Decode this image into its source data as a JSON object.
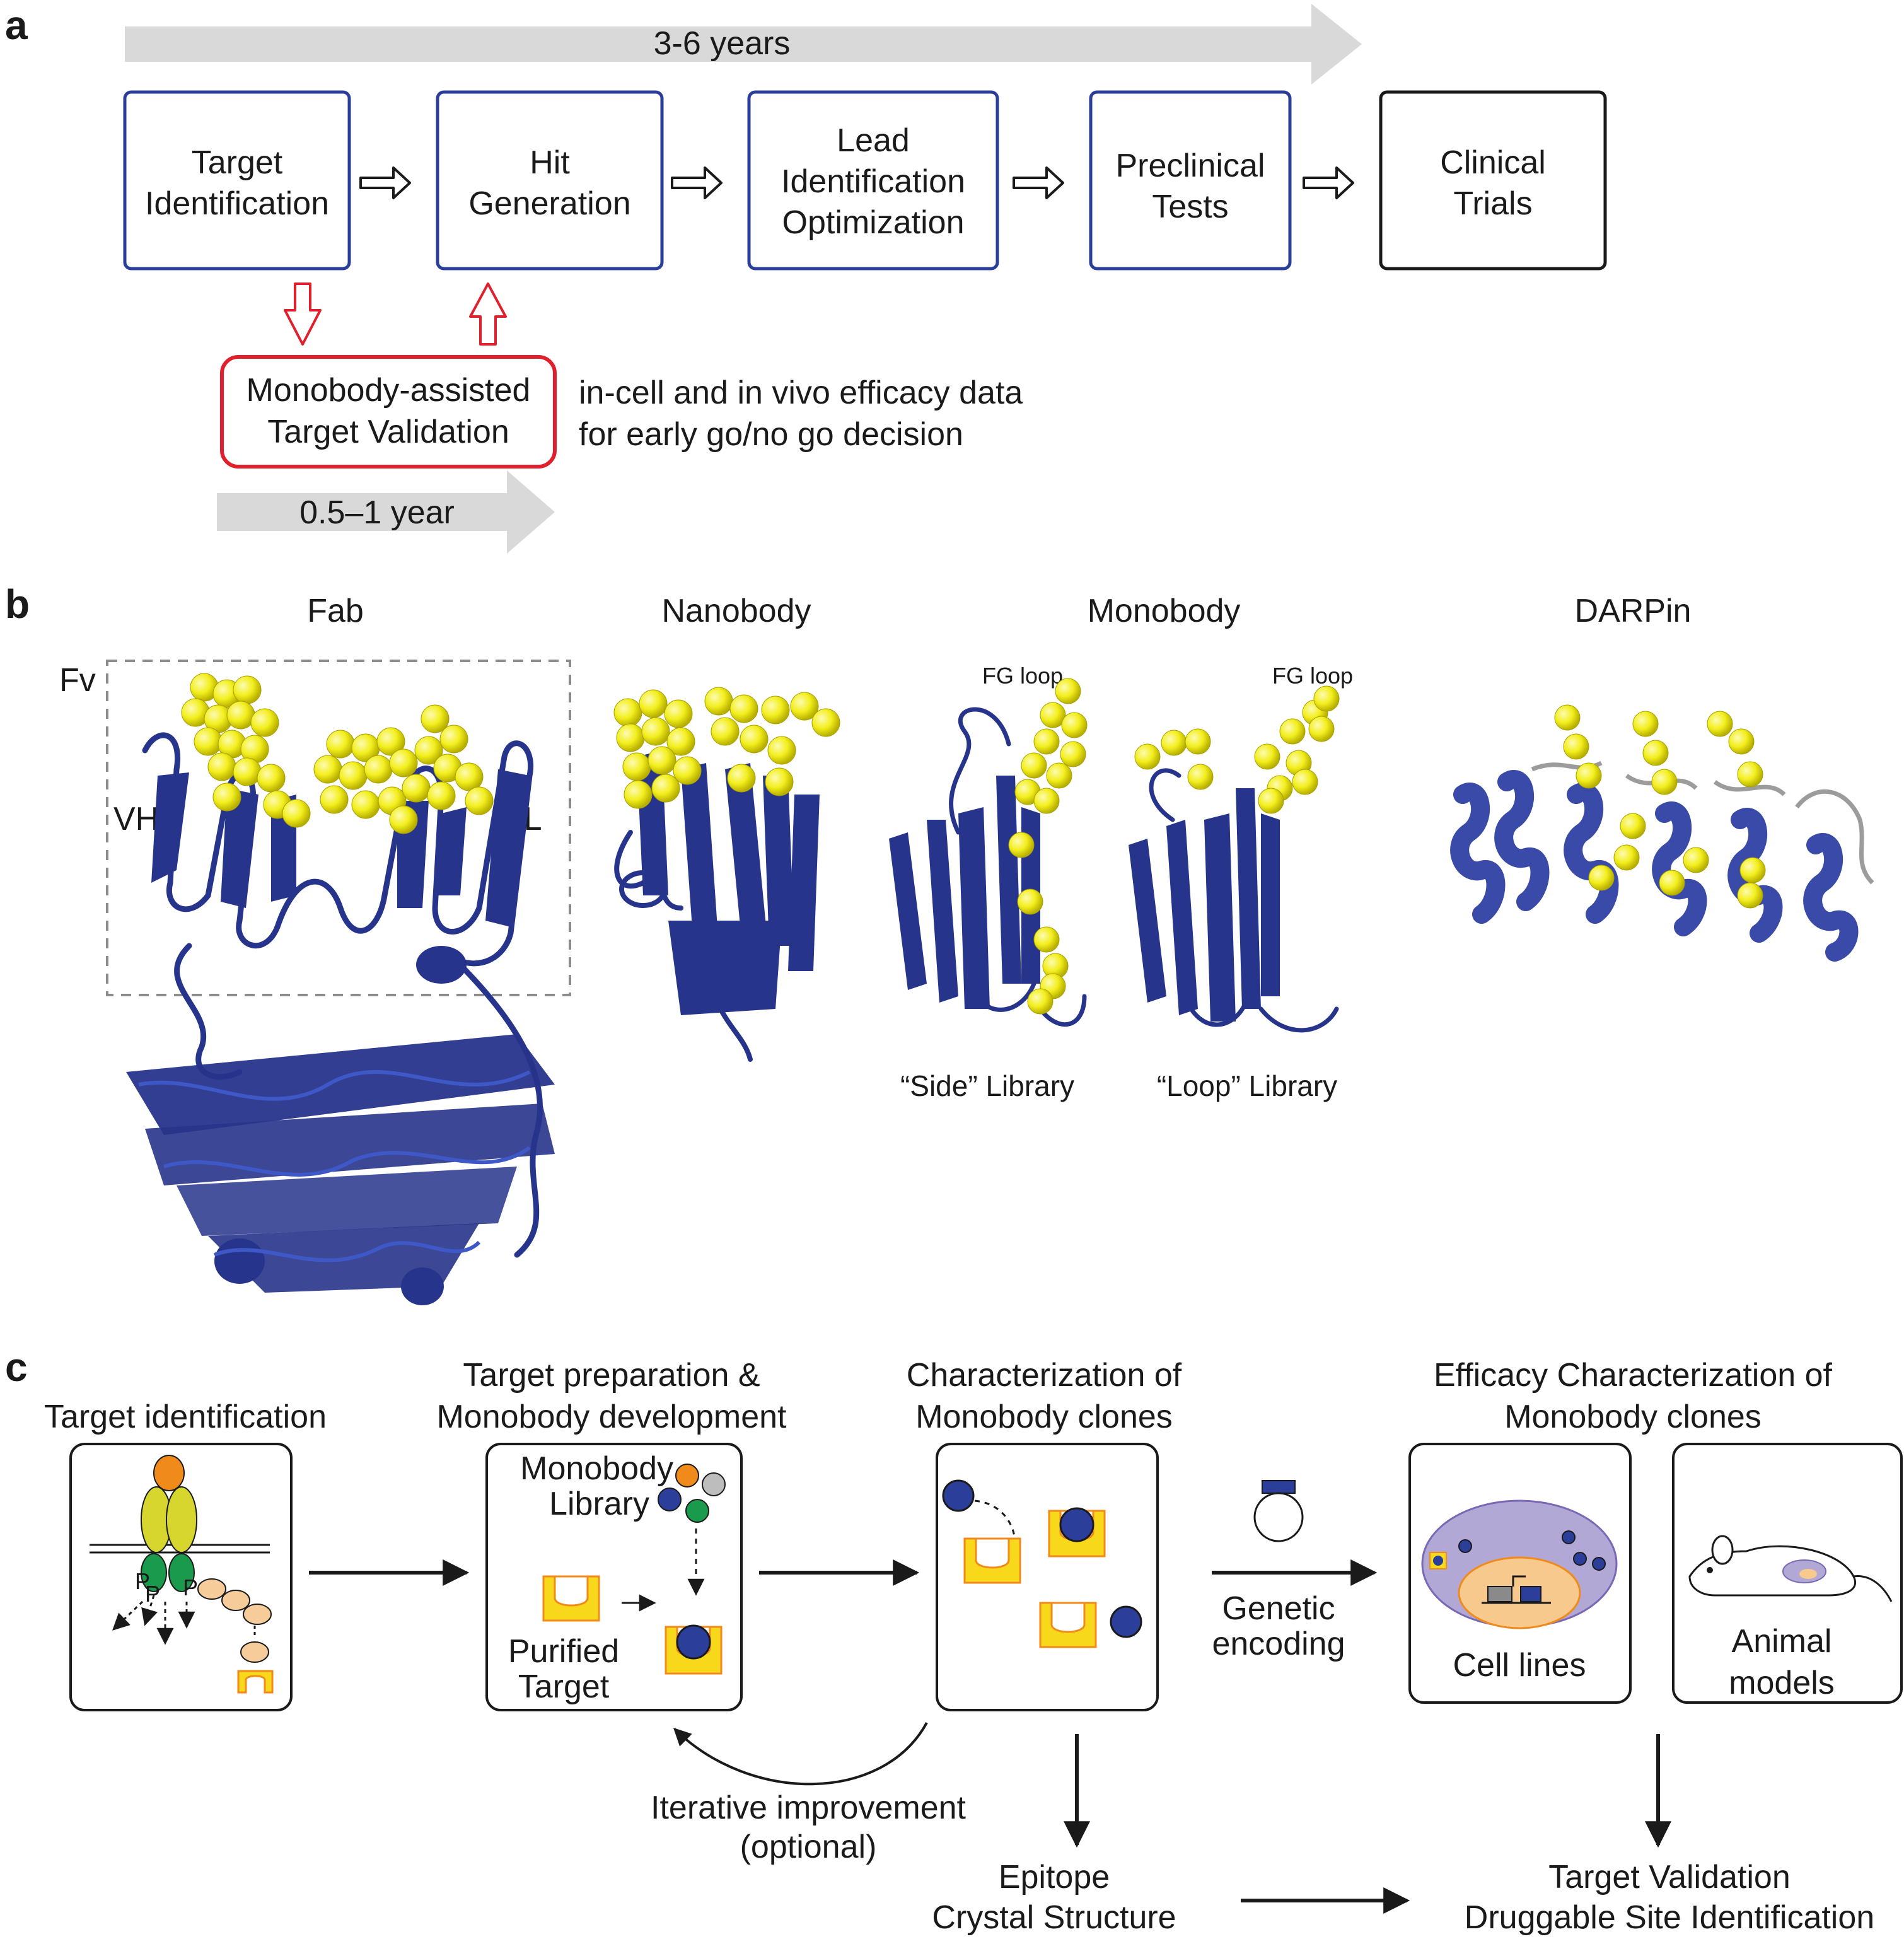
{
  "panel_a": {
    "letter": "a",
    "timeline_long": "3-6 years",
    "stages": [
      [
        "Target",
        "Identification"
      ],
      [
        "Hit",
        "Generation"
      ],
      [
        "Lead",
        "Identification",
        "Optimization"
      ],
      [
        "Preclinical",
        "Tests"
      ],
      [
        "Clinical",
        "Trials"
      ]
    ],
    "validation_box": [
      "Monobody-assisted",
      "Target Validation"
    ],
    "validation_note": [
      "in-cell and in vivo efficacy data",
      "for early go/no go decision"
    ],
    "timeline_short": "0.5–1 year",
    "colors": {
      "stage_border": "#2b3f9a",
      "final_border": "#1a1a1a",
      "validation_border": "#e0202c",
      "timeline_arrow": "#d9d9d9"
    }
  },
  "panel_b": {
    "letter": "b",
    "titles": {
      "fab": "Fab",
      "nanobody": "Nanobody",
      "monobody": "Monobody",
      "darpin": "DARPin"
    },
    "fab_labels": {
      "fv": "Fv",
      "vh": "VH",
      "vl": "VL"
    },
    "fg_loop": "FG loop",
    "side_library": "“Side” Library",
    "loop_library": "“Loop” Library",
    "colors": {
      "protein": "#27348b",
      "residue": "#f3ef1d"
    }
  },
  "panel_c": {
    "letter": "c",
    "step1": "Target identification",
    "step2": [
      "Target preparation &",
      "Monobody development"
    ],
    "library": [
      "Monobody",
      "Library"
    ],
    "purified_target": [
      "Purified",
      "Target"
    ],
    "step3": [
      "Characterization of",
      "Monobody clones"
    ],
    "genetic_encoding": [
      "Genetic",
      "encoding"
    ],
    "step4": [
      "Efficacy Characterization of",
      "Monobody clones"
    ],
    "cell_lines": "Cell lines",
    "animal_models": [
      "Animal",
      "models"
    ],
    "iterative": [
      "Iterative improvement",
      "(optional)"
    ],
    "epitope": [
      "Epitope",
      "Crystal Structure"
    ],
    "validation": [
      "Target Validation",
      "Druggable Site Identification"
    ],
    "phospho": "P",
    "colors": {
      "monobody": "#2b3f9a",
      "target": "#f7d81b",
      "target_edge": "#f08a1a",
      "cell": "#b1a8d6"
    }
  }
}
